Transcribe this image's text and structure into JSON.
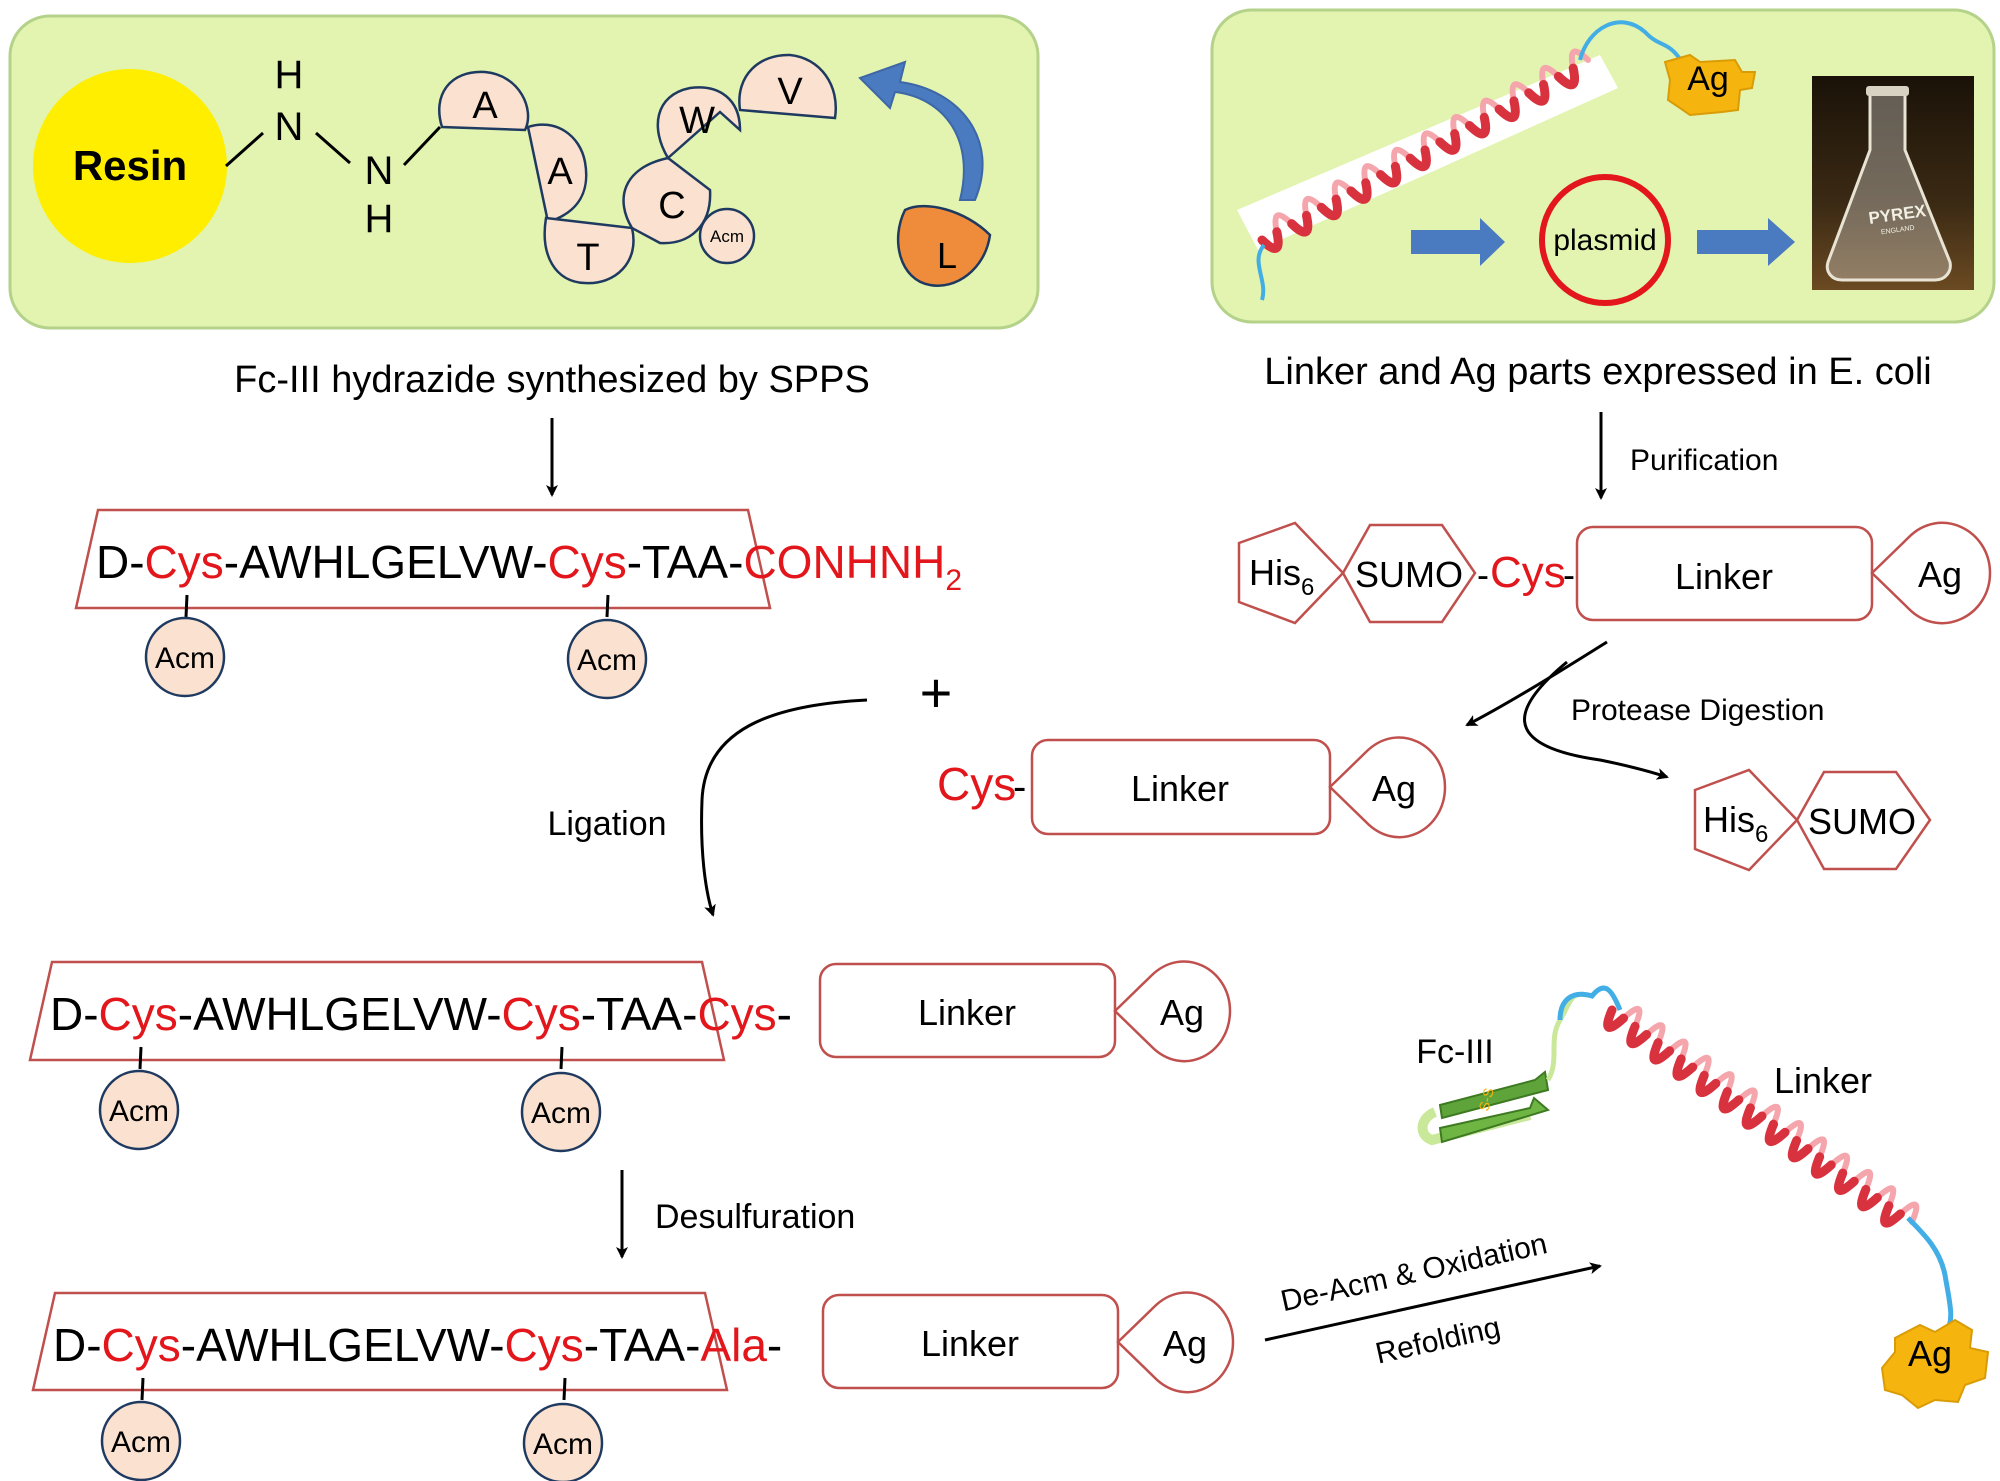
{
  "colors": {
    "panel_fill": "#e2f4b0",
    "panel_stroke": "#b5d28a",
    "red": "#e2161b",
    "box_stroke": "#c0504d",
    "acm_fill": "#fbe1cf",
    "acm_stroke": "#1f3a60",
    "resin": "#ffee00",
    "blue_arrow": "#4a7abf",
    "ag_yellow": "#f6b40e",
    "leucine": "#ef8c3c"
  },
  "panel_left": {
    "resin_label": "Resin",
    "hydrazine": {
      "h1": "H",
      "n1": "N",
      "n2": "N",
      "h2": "H"
    },
    "residues": [
      "A",
      "A",
      "T",
      "C",
      "W",
      "V"
    ],
    "acm_small": "Acm",
    "incoming_residue": "L",
    "caption": "Fc-III hydrazide synthesized by SPPS"
  },
  "panel_right": {
    "ag_label": "Ag",
    "plasmid_label": "plasmid",
    "flask_brand": "PYREX",
    "flask_sub": "ENGLAND",
    "caption": "Linker and Ag parts expressed in E. coli"
  },
  "peptide": {
    "prefix": "D-",
    "cys": "Cys",
    "core": "-AWHLGELVW-",
    "taa": "-TAA-",
    "conhnh": "CONHNH",
    "conhnh_sub": "2",
    "acm": "Acm",
    "ala": "Ala",
    "dash": "-"
  },
  "fusion": {
    "his": "His",
    "his_sub": "6",
    "sumo": "SUMO",
    "cys": "Cys",
    "linker": "Linker",
    "ag": "Ag",
    "dash": "-"
  },
  "steps": {
    "purification": "Purification",
    "protease": "Protease Digestion",
    "plus": "+",
    "ligation": "Ligation",
    "desulfuration": "Desulfuration",
    "deacm": "De-Acm & Oxidation",
    "refolding": "Refolding"
  },
  "final_structure": {
    "fc_label": "Fc-III",
    "linker_label": "Linker",
    "ag_label": "Ag",
    "ss_label": "S-S"
  }
}
